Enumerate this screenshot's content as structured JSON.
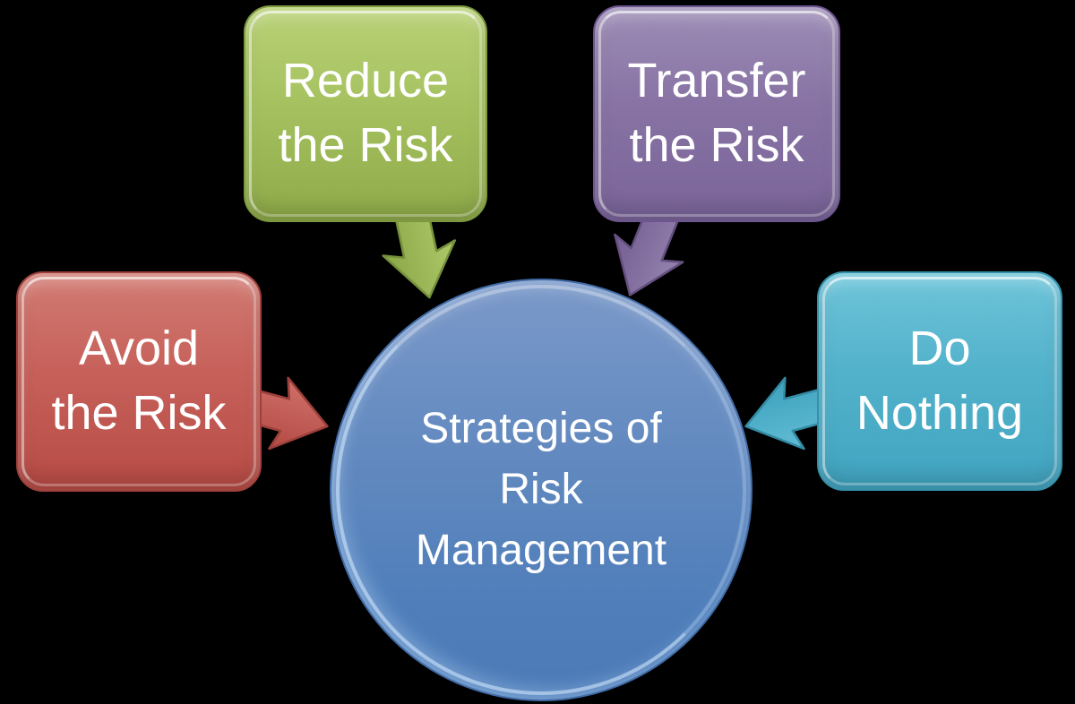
{
  "diagram": {
    "title": "Strategies of Risk Management",
    "background_color": "#000000",
    "center": {
      "label": "Strategies of\nRisk\nManagement",
      "color": "#4F7EBA",
      "shape": "circle"
    },
    "nodes": [
      {
        "label": "Reduce\nthe Risk",
        "color": "#9BBB59",
        "position": "top-left",
        "arrow_direction": "down-right-to-center"
      },
      {
        "label": "Transfer\nthe Risk",
        "color": "#8064A2",
        "position": "top-right",
        "arrow_direction": "down-left-to-center"
      },
      {
        "label": "Avoid\nthe Risk",
        "color": "#C0504D",
        "position": "middle-left",
        "arrow_direction": "right-to-center"
      },
      {
        "label": "Do\nNothing",
        "color": "#4BACC6",
        "position": "middle-right",
        "arrow_direction": "left-to-center"
      }
    ],
    "text_color": "#FFFFFF"
  }
}
